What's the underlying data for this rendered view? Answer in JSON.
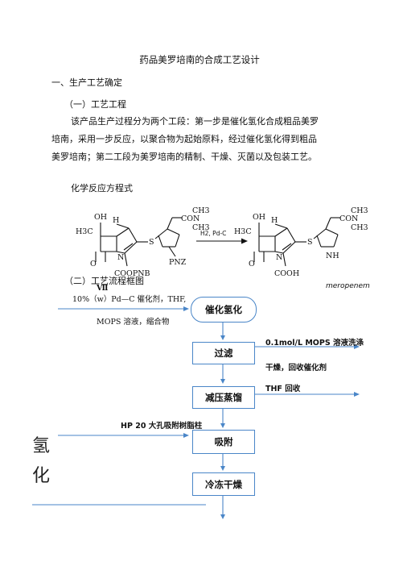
{
  "doc": {
    "title": "药品美罗培南的合成工艺设计",
    "section1": "一、生产工艺确定",
    "sub1": "（一）工艺工程",
    "para_lines": [
      "该产品生产过程分为两个工段：第一步是催化氢化合成粗品美罗",
      "培南，采用一步反应，以聚合物为起始原料，经过催化氢化得到粗品",
      "美罗培南；第二工段为美罗培南的精制、干燥、灭菌以及包装工艺。"
    ],
    "eq_label": "化学反应方程式",
    "sub2": "（二）工艺流程框图"
  },
  "reaction": {
    "left": {
      "oh": "OH",
      "h": "H",
      "h3c": "H3C",
      "o": "O",
      "n": "N",
      "s": "S",
      "con": "CON",
      "ch3a": "CH3",
      "ch3b": "CH3",
      "coopnb": "COOPNB",
      "pnz": "PNZ",
      "label": "Ⅶ"
    },
    "arrow": "H2, Pd-C",
    "right": {
      "oh": "OH",
      "h": "H",
      "h3c": "H3C",
      "o": "O",
      "n": "N",
      "s": "S",
      "con": "CON",
      "ch3a": "CH3",
      "ch3b": "CH3",
      "cooh": "COOH",
      "nh": "NH",
      "name": "meropenem"
    }
  },
  "flow": {
    "input_line1": "10%（w）Pd—C 催化剂，THF,",
    "input_line2": "MOPS 溶液，缩合物",
    "steps": [
      "催化氢化",
      "过滤",
      "减压蒸馏",
      "吸附",
      "冷冻干燥"
    ],
    "wash_note": "0.1mol/L MOPS 溶液洗涤",
    "dry_note": "干燥，回收催化剂",
    "thf_note": "THF 回收",
    "resin_note": "HP 20 大孔吸附树脂柱",
    "side_chars": [
      "氢",
      "化"
    ]
  }
}
